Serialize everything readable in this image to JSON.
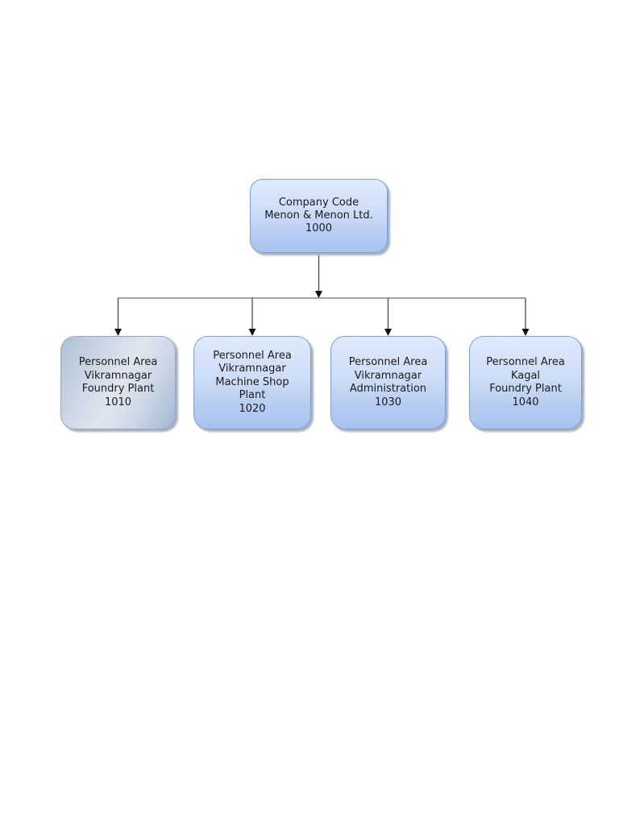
{
  "org_chart": {
    "root": {
      "code": "1000",
      "lines": [
        "Company Code",
        "Menon & Menon Ltd.",
        "1000"
      ]
    },
    "children": [
      {
        "code": "1010",
        "selected": true,
        "lines": [
          "Personnel Area",
          "Vikramnagar",
          "Foundry Plant",
          "1010"
        ]
      },
      {
        "code": "1020",
        "selected": false,
        "lines": [
          "Personnel Area",
          "Vikramnagar",
          "Machine Shop",
          "Plant",
          "1020"
        ]
      },
      {
        "code": "1030",
        "selected": false,
        "lines": [
          "Personnel Area",
          "Vikramnagar",
          "Administration",
          "1030"
        ]
      },
      {
        "code": "1040",
        "selected": false,
        "lines": [
          "Personnel Area",
          "Kagal",
          "Foundry Plant",
          "1040"
        ]
      }
    ],
    "colors": {
      "node_fill_top": "#dfeafc",
      "node_fill_bottom": "#a8c2ee",
      "node_border": "#7e9ed6",
      "selected_fill_light": "#e0e6f0",
      "selected_fill_dark": "#a2b6d2",
      "selected_border": "#93a9c8",
      "connector_line": "#4a4a4a",
      "bus_line": "#6e6e6e",
      "arrowhead": "#111111",
      "shadow": "#aab0ba",
      "text": "#1b1b1b",
      "background": "#ffffff"
    }
  }
}
